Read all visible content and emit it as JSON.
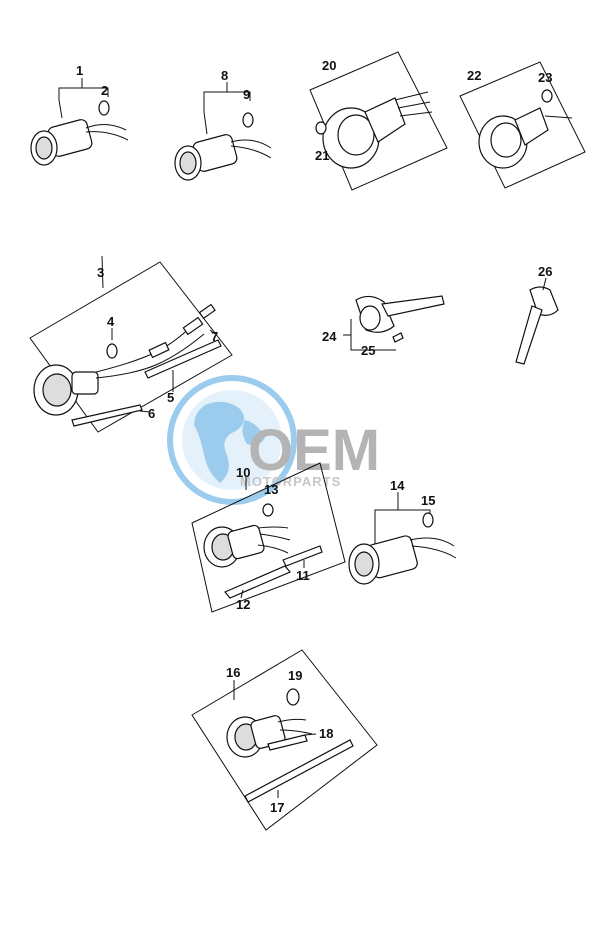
{
  "callouts": [
    "1",
    "2",
    "3",
    "4",
    "5",
    "6",
    "7",
    "8",
    "9",
    "10",
    "11",
    "12",
    "13",
    "14",
    "15",
    "16",
    "17",
    "18",
    "19",
    "20",
    "21",
    "22",
    "23",
    "24",
    "25",
    "26"
  ],
  "watermark": {
    "brand": "OEM",
    "tagline": "MOTORPARTS",
    "colors": {
      "globe": "#4aa3df",
      "text": "#888888"
    }
  }
}
